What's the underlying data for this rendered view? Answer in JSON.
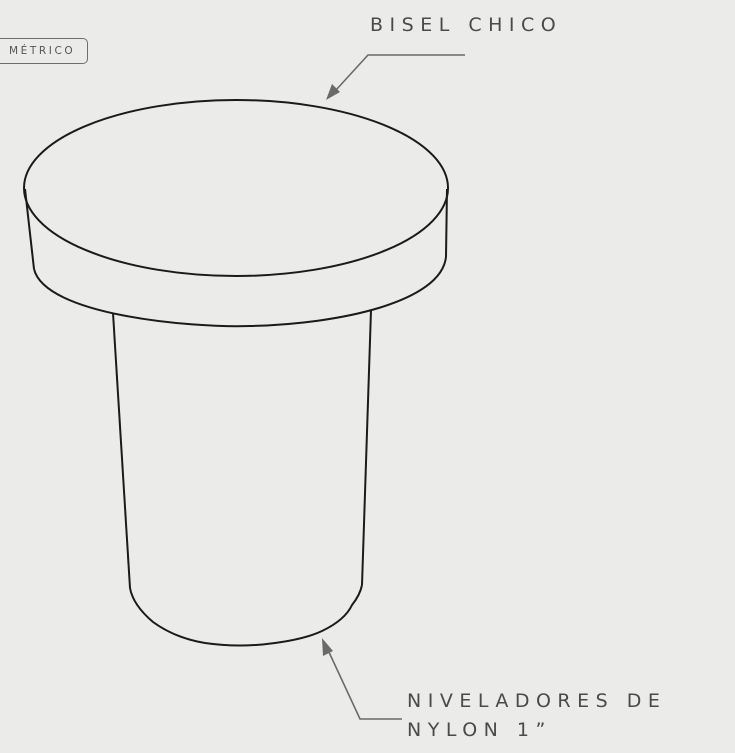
{
  "view_tag": "MÉTRICO",
  "callouts": {
    "top": "BISEL CHICO",
    "bottom_line1": "NIVELADORES DE",
    "bottom_line2": "NYLON 1”"
  },
  "colors": {
    "background": "#ebebea",
    "drawing_stroke": "#1a1a1a",
    "leader_stroke": "#6a6a6a",
    "text": "#4a4a4a"
  }
}
